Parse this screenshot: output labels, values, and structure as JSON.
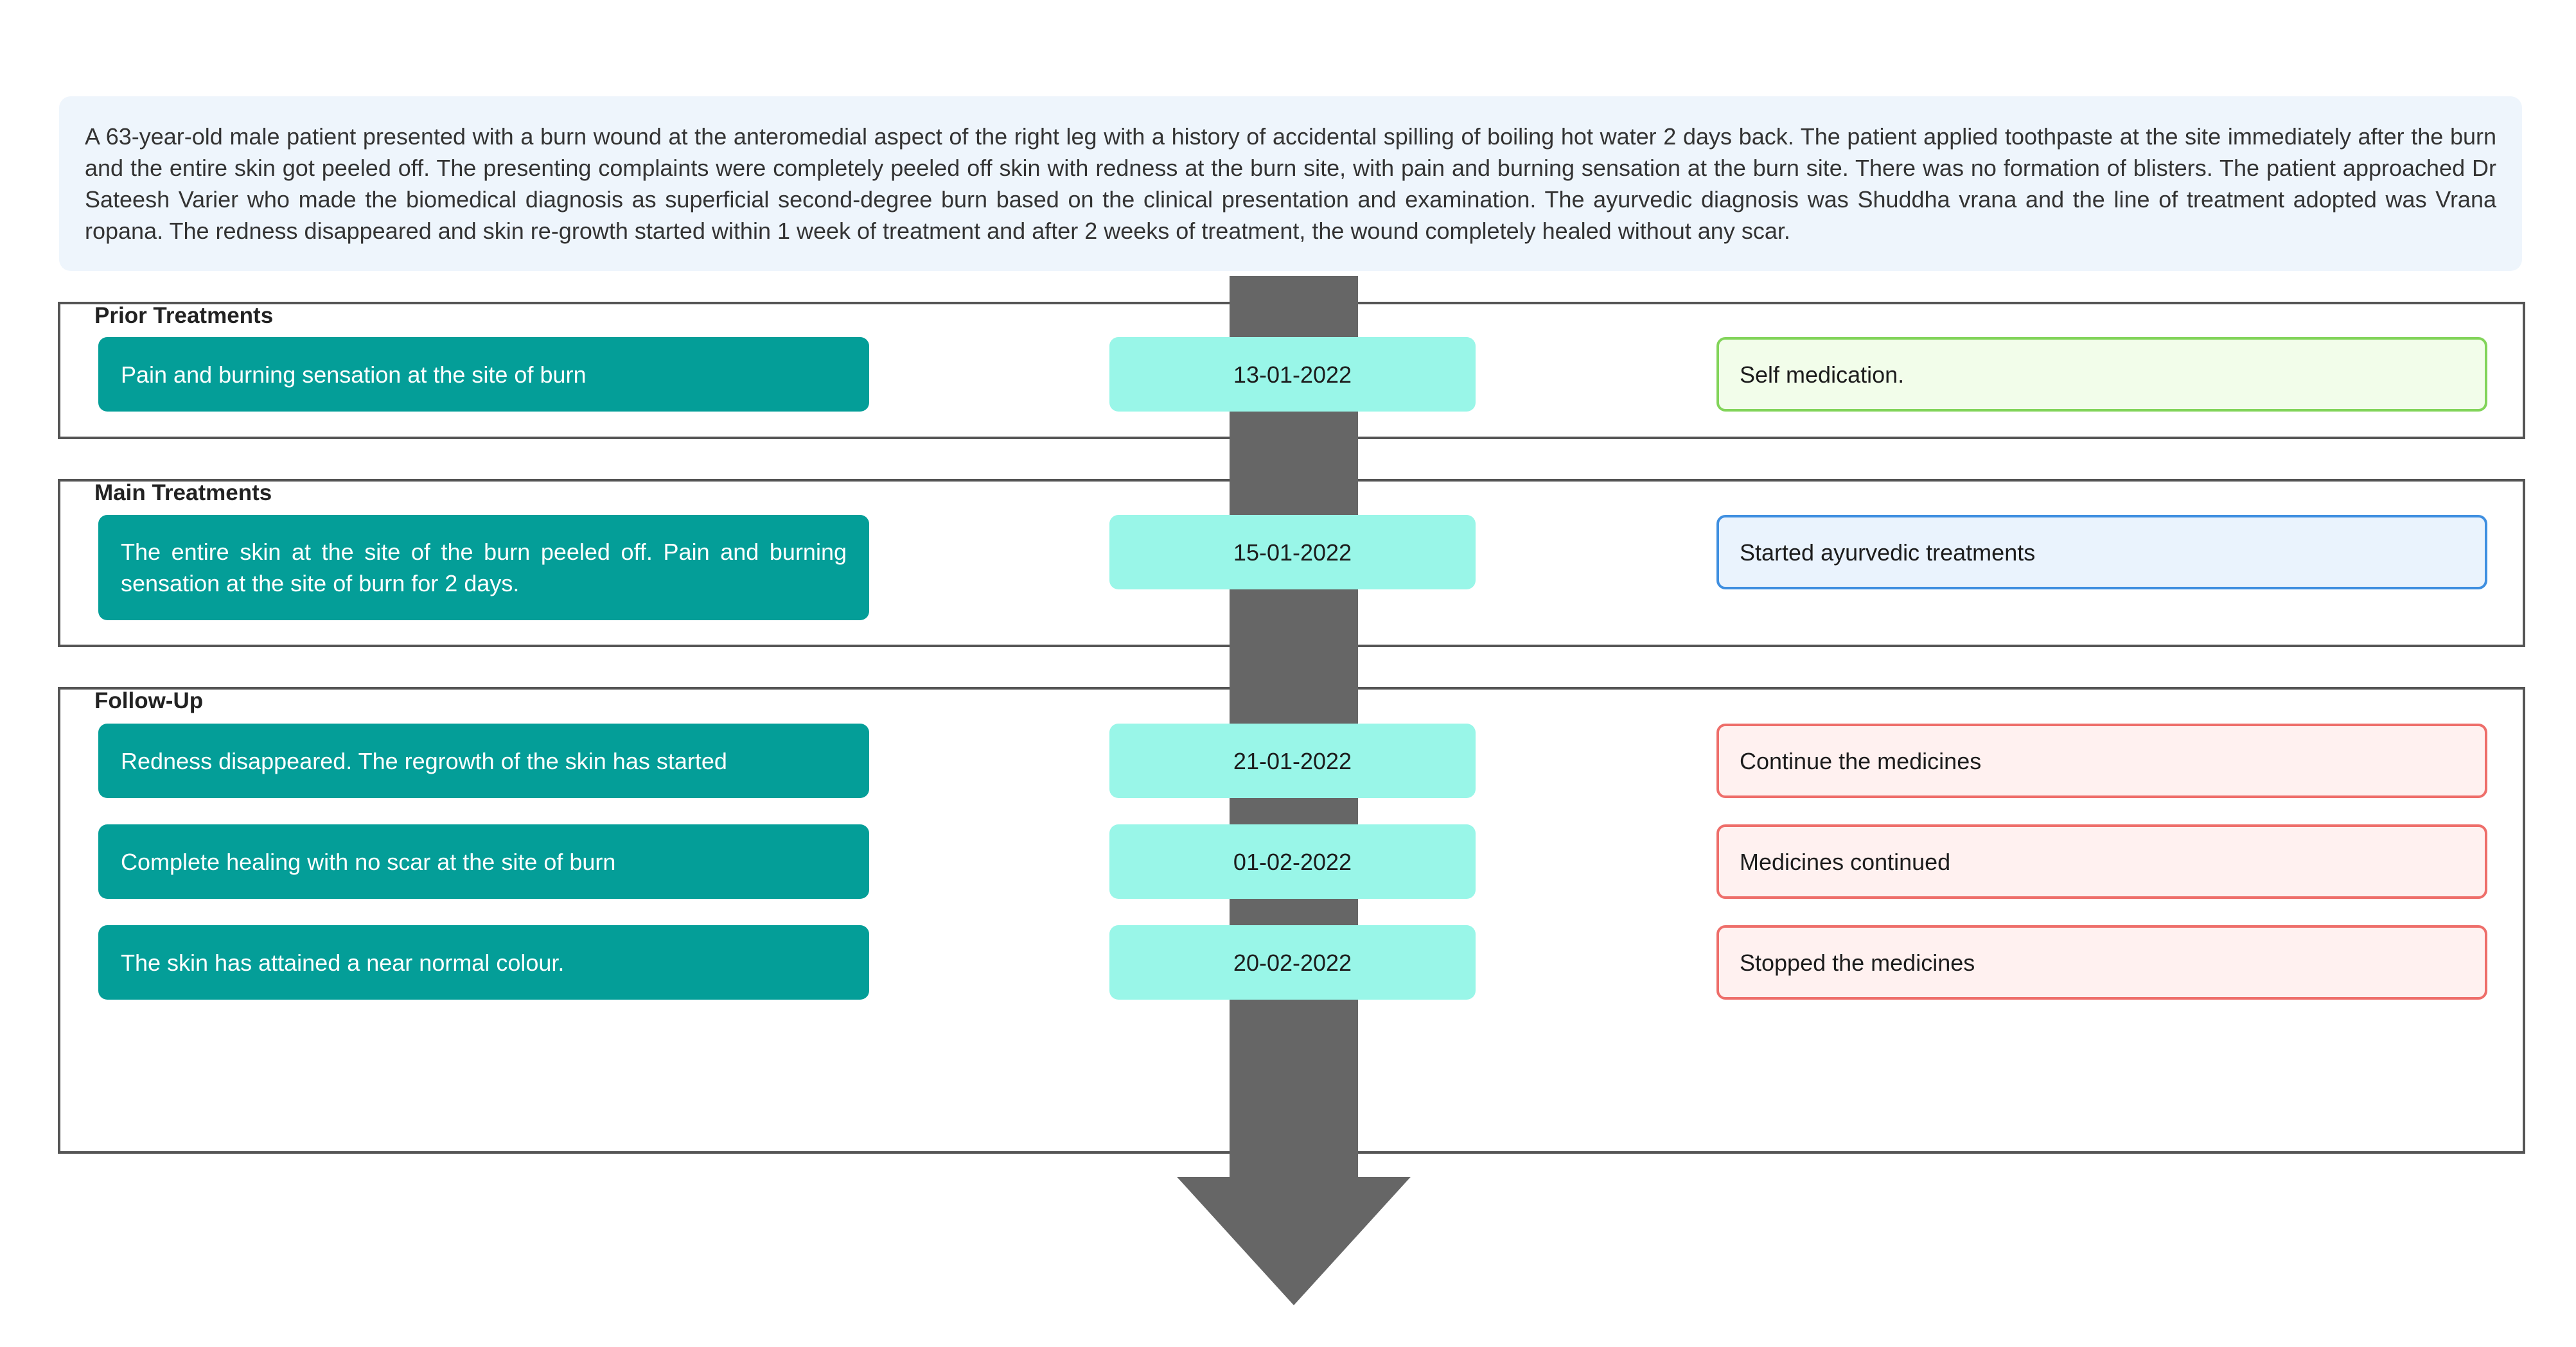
{
  "summary": "A 63-year-old male patient presented with a burn wound at the anteromedial aspect of the right leg with a history of accidental spilling of boiling hot water 2 days back. The patient applied toothpaste at the site immediately after the burn and the entire skin got peeled off. The presenting complaints were completely peeled off skin with redness at the burn site, with pain and burning sensation at the burn site. There was no formation of blisters. The patient approached Dr Sateesh Varier who made the biomedical diagnosis as superficial second-degree burn based on the clinical presentation and examination. The ayurvedic diagnosis was Shuddha vrana and the line of treatment adopted was Vrana ropana. The redness disappeared and skin re-growth started within 1 week of treatment and after 2 weeks of treatment, the wound completely healed without any scar.",
  "sections": [
    {
      "title": "Prior Treatments",
      "rows": [
        {
          "finding": "Pain and burning sensation at the site of burn",
          "date": "13-01-2022",
          "outcome": "Self medication."
        }
      ]
    },
    {
      "title": "Main Treatments",
      "rows": [
        {
          "finding": "The entire skin at the site of the burn peeled off. Pain and burning sensation at the site of burn for 2 days.",
          "date": "15-01-2022",
          "outcome": "Started ayurvedic treatments"
        }
      ]
    },
    {
      "title": "Follow-Up",
      "rows": [
        {
          "finding": "Redness disappeared. The regrowth of the skin has started",
          "date": "21-01-2022",
          "outcome": "Continue the medicines"
        },
        {
          "finding": "Complete healing with no scar at the site of burn",
          "date": "01-02-2022",
          "outcome": "Medicines continued"
        },
        {
          "finding": "The skin has attained a near normal colour.",
          "date": "20-02-2022",
          "outcome": "Stopped the medicines"
        }
      ]
    }
  ],
  "colors": {
    "finding_bg": "#049e98",
    "date_bg": "#99f6e8",
    "prior_outcome_border": "#82d45a",
    "main_outcome_border": "#3f8fe0",
    "followup_outcome_border": "#ee6e6a",
    "arrow": "#666666"
  }
}
